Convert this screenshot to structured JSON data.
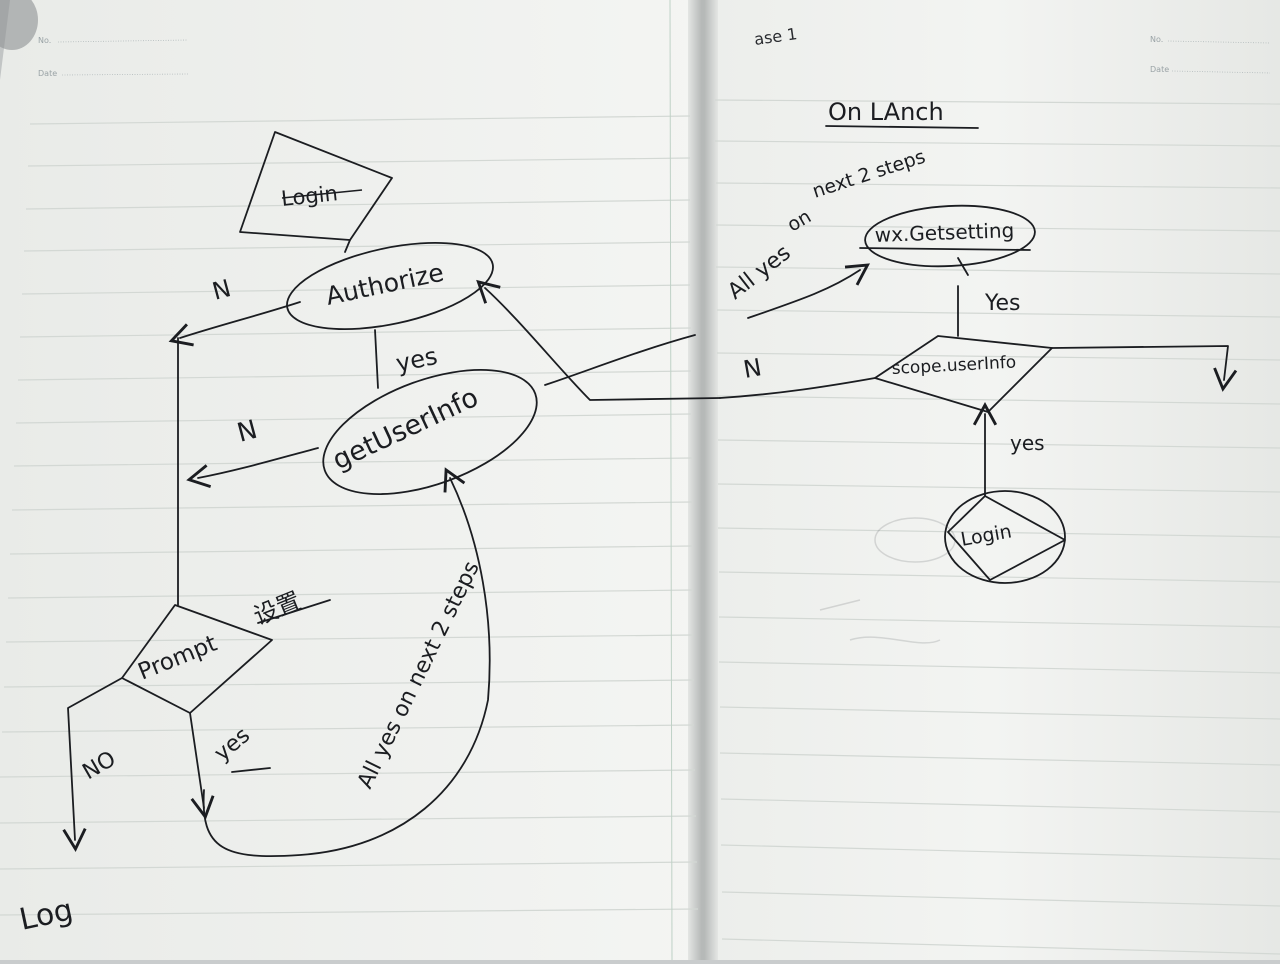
{
  "header": {
    "left_no_label": "No.",
    "left_date_label": "Date",
    "right_no_label": "No.",
    "right_date_label": "Date",
    "right_top_scribble": "ase 1"
  },
  "left_page": {
    "login_box": "Login",
    "authorize": "Authorize",
    "get_user_info": "getUserInfo",
    "prompt": "Prompt",
    "prompt_chinese": "设置",
    "label_n_authorize": "N",
    "label_n_getuser": "N",
    "label_yes_authorize": "yes",
    "label_no_prompt": "NO",
    "label_yes_prompt": "yes",
    "label_loop": "All yes on next 2 steps",
    "login_bottom": "Log"
  },
  "right_page": {
    "title": "On LAnch",
    "note_next": "next 2 steps",
    "note_on": "on",
    "note_all_yes": "All yes",
    "wx_getsetting": "wx.Getsetting",
    "label_yes_1": "Yes",
    "scope_userinfo": "scope.userInfo",
    "label_n": "N",
    "label_yes_2": "yes",
    "login_circle": "Login"
  },
  "colors": {
    "paper": "#f2f3f1",
    "ruled_line": "#d4d9d5",
    "margin_line": "#c7cfca",
    "ink": "#1b1d21",
    "spine_shadow": "#b9bcbb"
  }
}
